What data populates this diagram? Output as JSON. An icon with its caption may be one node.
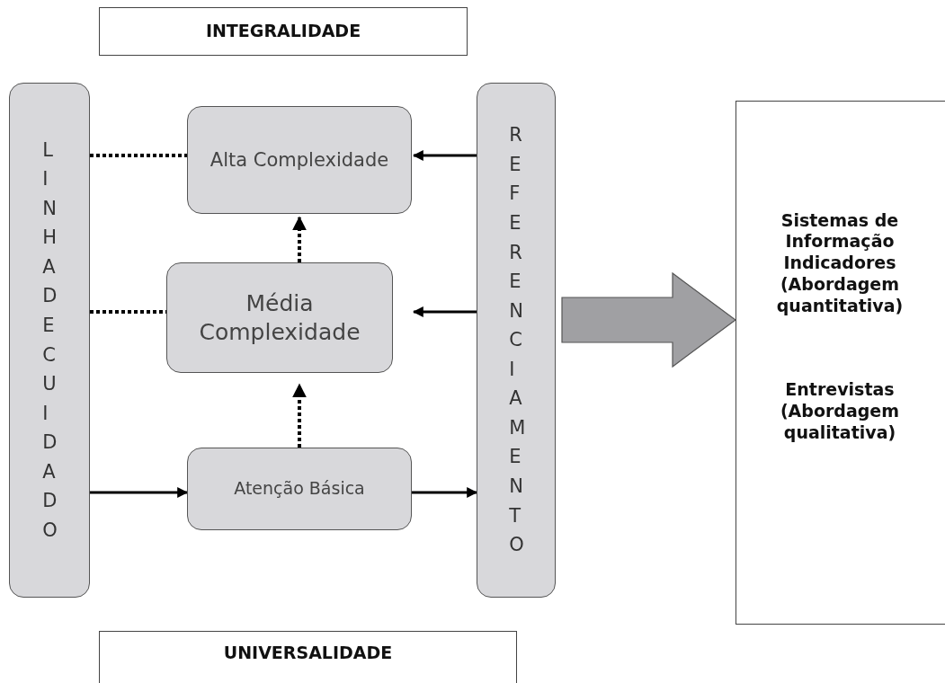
{
  "diagram": {
    "nodes": [
      {
        "text": [
          "INTEGRALIDADE"
        ]
      },
      {
        "text": [
          "LINHA DE CUIDADO"
        ]
      },
      {
        "text": [
          "Alta Complexidade"
        ]
      },
      {
        "text": [
          "Média Complexidade"
        ]
      },
      {
        "text": [
          "Atenção Básica"
        ]
      },
      {
        "text": [
          "REFERENCIAMENTO"
        ]
      },
      {
        "text": [
          "Sistemas de Informação Indicadores (Abordagem quantitativa)",
          "Entrevistas (Abordagem qualitativa)"
        ]
      },
      {
        "text": [
          "UNIVERSALIDADE"
        ]
      }
    ],
    "edges": [
      {
        "from": 1,
        "to": 2,
        "arrow": "none",
        "style": "dashed"
      },
      {
        "from": 1,
        "to": 3,
        "arrow": "none",
        "style": "dashed"
      },
      {
        "from": 1,
        "to": 4,
        "arrow": "to"
      },
      {
        "from": 4,
        "to": 3,
        "arrow": "to",
        "style": "dashed"
      },
      {
        "from": 3,
        "to": 2,
        "arrow": "to",
        "style": "dashed"
      },
      {
        "from": 5,
        "to": 2,
        "arrow": "to"
      },
      {
        "from": 5,
        "to": 3,
        "arrow": "to"
      },
      {
        "from": 4,
        "to": 5,
        "arrow": "to"
      },
      {
        "from": 5,
        "to": 6,
        "arrow": "to",
        "style": "thick",
        "color": "#a0a0a3"
      }
    ]
  }
}
